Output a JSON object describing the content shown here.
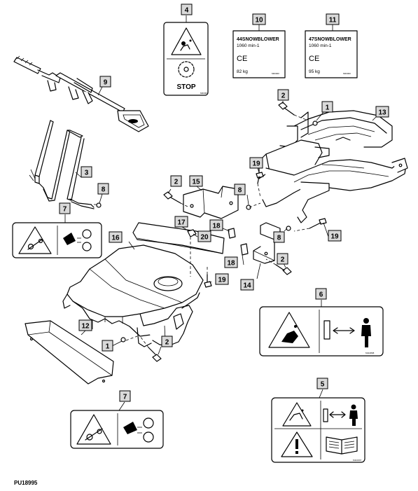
{
  "figure_code": "PU18995",
  "callouts": {
    "c1a": "1",
    "c1b": "1",
    "c2a": "2",
    "c2b": "2",
    "c2c": "2",
    "c2d": "2",
    "c3": "3",
    "c4": "4",
    "c5": "5",
    "c6": "6",
    "c7a": "7",
    "c7b": "7",
    "c8a": "8",
    "c8b": "8",
    "c8c": "8",
    "c9": "9",
    "c10": "10",
    "c11": "11",
    "c12": "12",
    "c13": "13",
    "c14": "14",
    "c15": "15",
    "c16": "16",
    "c17": "17",
    "c18a": "18",
    "c18b": "18",
    "c19a": "19",
    "c19b": "19",
    "c19c": "19",
    "c20": "20"
  },
  "label_44": {
    "model": "44SNOWBLOWER",
    "rpm": "1060 min-1",
    "ce": "CE",
    "weight": "82 kg"
  },
  "label_47": {
    "model": "47SNOWBLOWER",
    "rpm": "1060 min-1",
    "ce": "CE",
    "weight": "95 kg"
  },
  "stop_label": {
    "text": "STOP"
  }
}
